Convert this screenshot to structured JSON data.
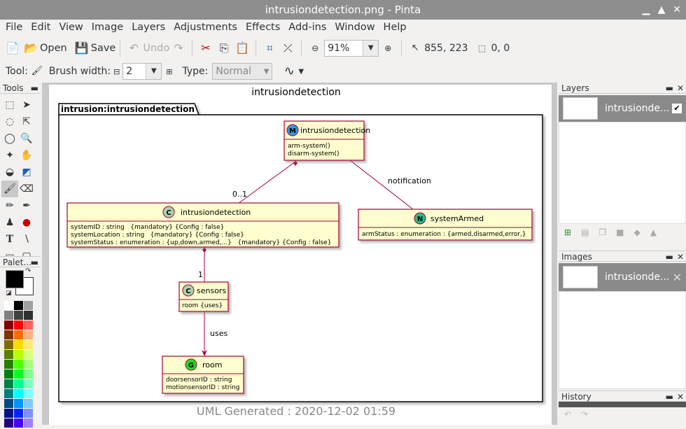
{
  "window": {
    "title": "intrusiondetection.png - Pinta"
  },
  "menu": [
    "File",
    "Edit",
    "View",
    "Image",
    "Layers",
    "Adjustments",
    "Effects",
    "Add-ins",
    "Window",
    "Help"
  ],
  "toolbar": {
    "open": "Open",
    "save": "Save",
    "undo": "Undo",
    "zoom": "91%",
    "cursor_pos": "855, 223",
    "selection_size": "0, 0"
  },
  "toolbar2": {
    "tool_label": "Tool:",
    "brush_label": "Brush width:",
    "brush_value": "2",
    "type_label": "Type:",
    "type_value": "Normal"
  },
  "panels": {
    "tools": "Tools",
    "palette": "Palet...",
    "layers": "Layers",
    "images": "Images",
    "history": "History",
    "layer_name": "intrusionde...",
    "image_name": "intrusionde..."
  },
  "diagram": {
    "title": "intrusiondetection",
    "package": "intrusion:intrusiondetection",
    "main_class": {
      "stereo": "M",
      "name": "intrusiondetection",
      "methods": [
        "arm-system()",
        "disarm-system()"
      ]
    },
    "detail_class": {
      "stereo": "C",
      "name": "intrusiondetection",
      "attrs": [
        "systemID : string   {mandatory} {Config : false}",
        "systemLocation : string   {mandatory} {Config : false}",
        "systemStatus : enumeration : {up,down,armed,...}   {mandatory} {Config : false}"
      ]
    },
    "notif_class": {
      "stereo": "N",
      "name": "systemArmed",
      "attrs": [
        "armStatus : enumeration : {armed,disarmed,error,}"
      ]
    },
    "sensors_class": {
      "stereo": "C",
      "name": "sensors",
      "attrs": [
        "room {uses}"
      ]
    },
    "room_class": {
      "stereo": "G",
      "name": "room",
      "attrs": [
        "doorsensorID : string",
        "motionsensorID : string"
      ]
    },
    "labels": {
      "mult1": "0..1",
      "notification": "notification",
      "mult2": "1",
      "uses": "uses"
    },
    "footer": "UML Generated : 2020-12-02 01:59"
  }
}
